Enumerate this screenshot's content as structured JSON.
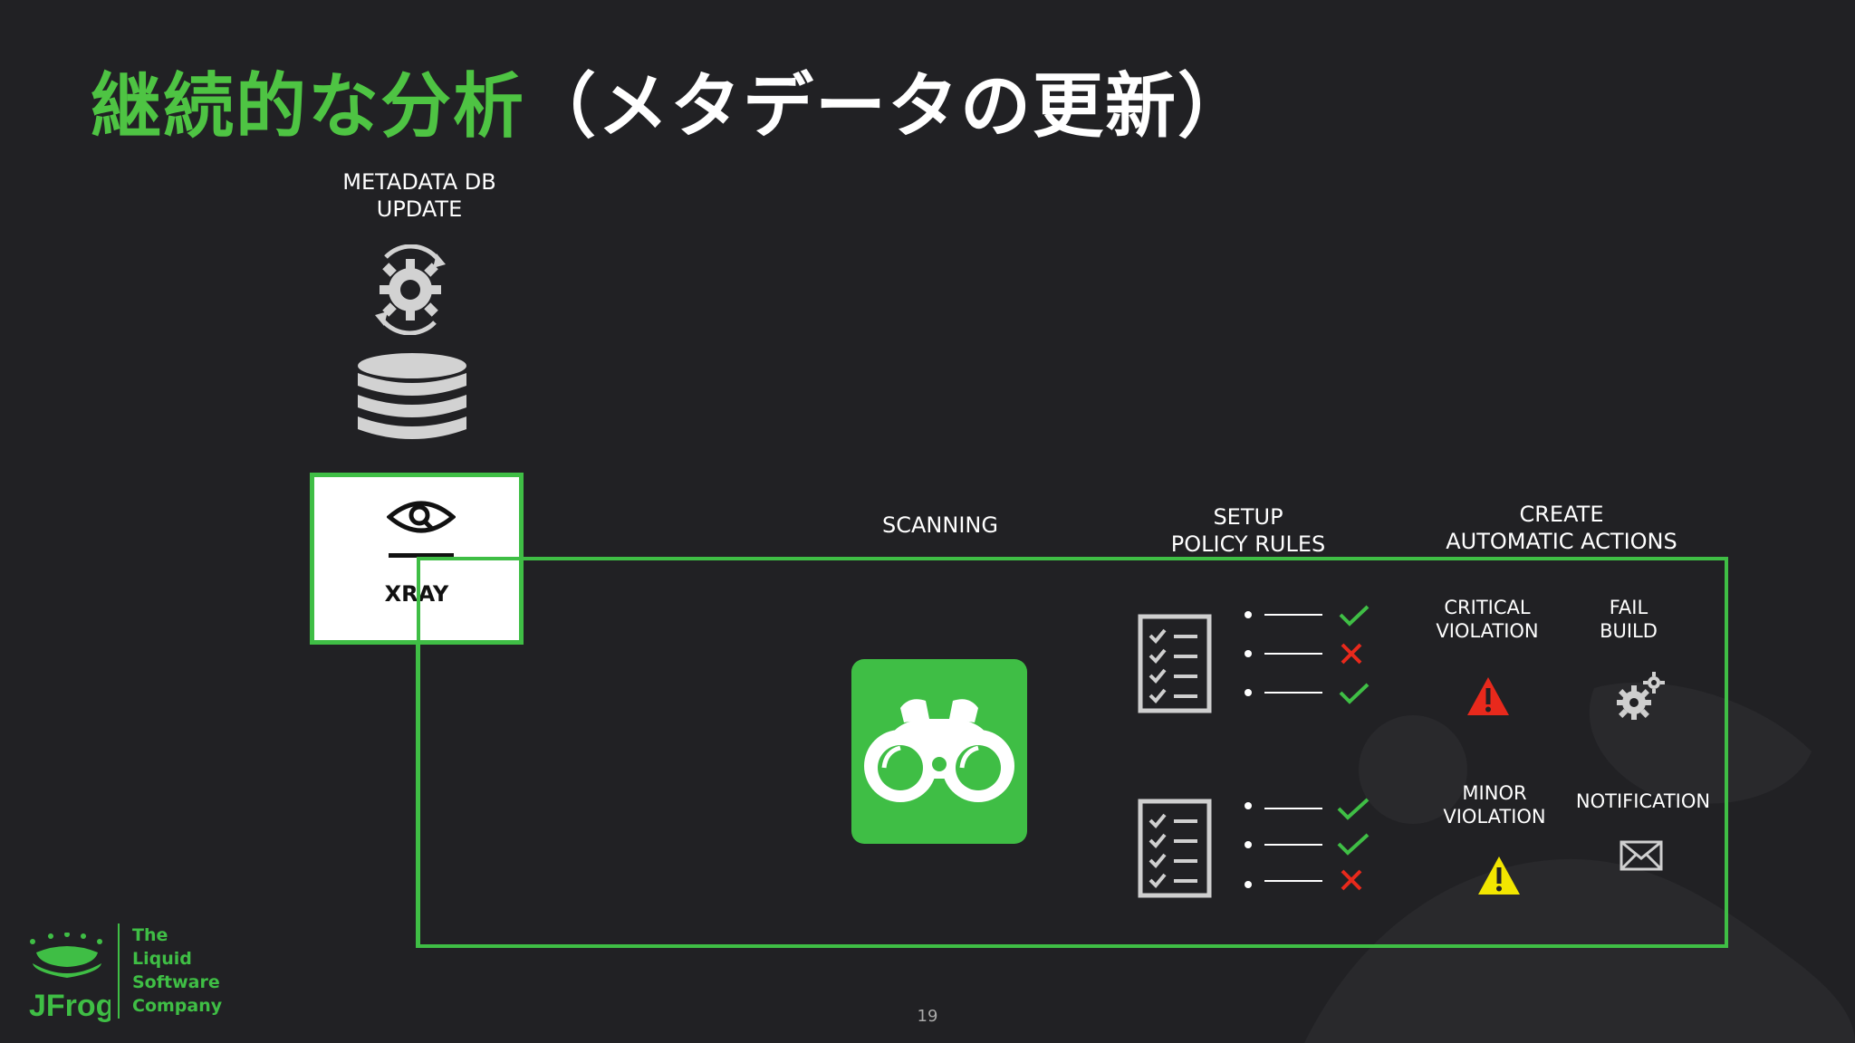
{
  "slide": {
    "title_green": "継続的な分析",
    "title_white": "（メタデータの更新）",
    "page_number": "19"
  },
  "metadata": {
    "label_line1": "METADATA DB",
    "label_line2": "UPDATE"
  },
  "xray": {
    "label": "XRAY"
  },
  "scanning": {
    "label": "SCANNING"
  },
  "policy": {
    "label_line1": "SETUP",
    "label_line2": "POLICY RULES"
  },
  "actions": {
    "label_line1": "CREATE",
    "label_line2": "AUTOMATIC ACTIONS",
    "critical_line1": "CRITICAL",
    "critical_line2": "VIOLATION",
    "fail_line1": "FAIL",
    "fail_line2": "BUILD",
    "minor_line1": "MINOR",
    "minor_line2": "VIOLATION",
    "notification": "NOTIFICATION"
  },
  "brand": {
    "logo_text": "JFrog",
    "tagline_1": "The",
    "tagline_2": "Liquid",
    "tagline_3": "Software",
    "tagline_4": "Company"
  },
  "colors": {
    "background": "#212124",
    "accent_green": "#3fbe45",
    "title_green": "#4ec443",
    "critical_red": "#e8291c",
    "minor_yellow": "#f2e600",
    "icon_gray": "#cfcfcf"
  },
  "icons": [
    "gear-sync-icon",
    "database-icon",
    "eye-icon",
    "binoculars-icon",
    "checklist-icon",
    "check-icon",
    "cross-icon",
    "critical-warning-icon",
    "gears-icon",
    "minor-warning-icon",
    "envelope-icon",
    "jfrog-logo"
  ]
}
